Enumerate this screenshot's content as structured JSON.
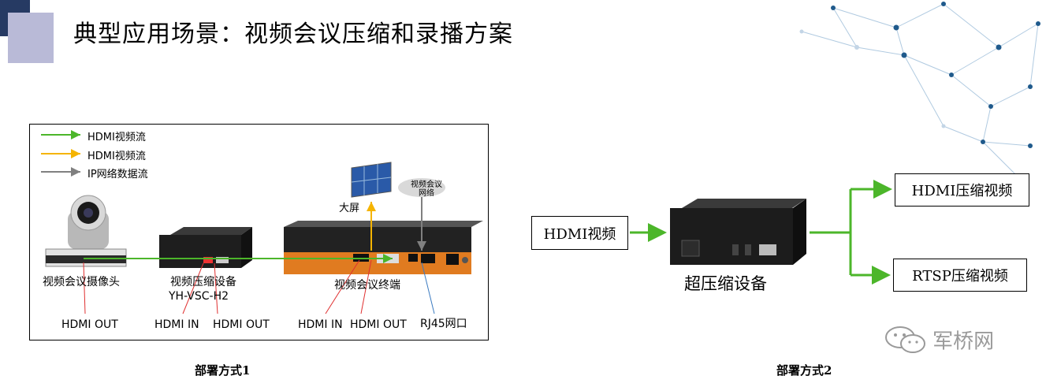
{
  "title": "典型应用场景：视频会议压缩和录播方案",
  "legend": [
    {
      "label": "HDMI视频流",
      "color": "#4cb62a"
    },
    {
      "label": "HDMI视频流",
      "color": "#f5b400"
    },
    {
      "label": "IP网络数据流",
      "color": "#808080"
    }
  ],
  "scheme1": {
    "screen_label": "大屏",
    "network_label_line1": "视频会议",
    "network_label_line2": "网络",
    "camera_label": "视频会议摄像头",
    "compressor_label_line1": "视频压缩设备",
    "compressor_label_line2": "YH-VSC-H2",
    "terminal_label": "视频会议终端",
    "port_labels": [
      "HDMI OUT",
      "HDMI IN",
      "HDMI OUT",
      "HDMI IN",
      "HDMI OUT",
      "RJ45网口"
    ],
    "caption": "部署方式1"
  },
  "scheme2": {
    "input_label": "HDMI视频",
    "device_label": "超压缩设备",
    "output1_label": "HDMI压缩视频",
    "output2_label": "RTSP压缩视频",
    "caption": "部署方式2",
    "arrow_color": "#4cb62a"
  },
  "watermark": "军桥网"
}
